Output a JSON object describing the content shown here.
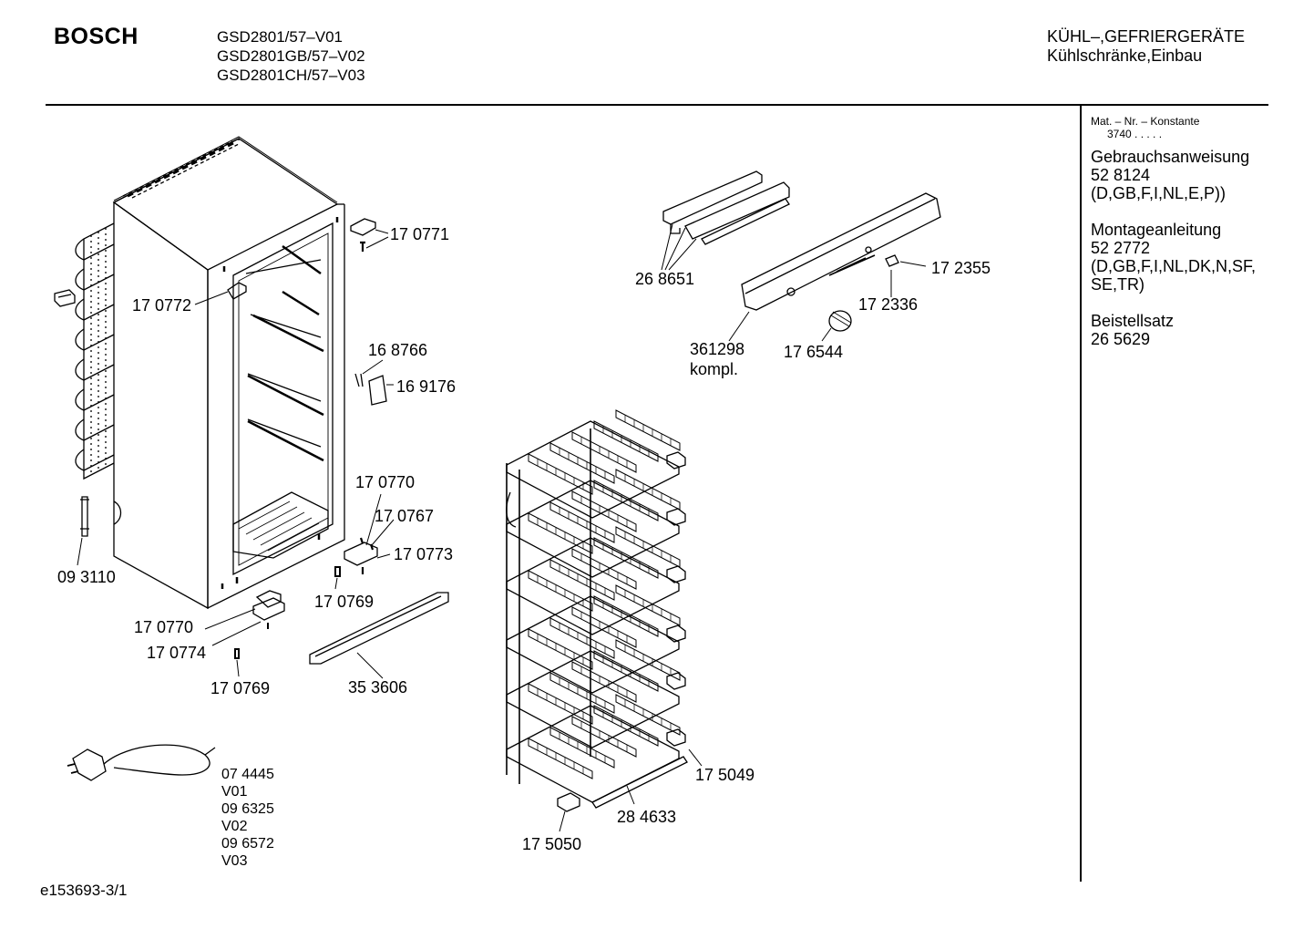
{
  "header": {
    "brand": "BOSCH",
    "models": [
      "GSD2801/57–V01",
      "GSD2801GB/57–V02",
      "GSD2801CH/57–V03"
    ],
    "category_line1": "KÜHL–,GEFRIERGERÄTE",
    "category_line2": "Kühlschränke,Einbau"
  },
  "sidebar": {
    "mat_label": "Mat. – Nr. – Konstante",
    "mat_value": "3740  .  .  .  .  .",
    "docs": [
      {
        "title": "Gebrauchsanweisung",
        "number": "52 8124",
        "langs": "(D,GB,F,I,NL,E,P))"
      },
      {
        "title": "Montageanleitung",
        "number": "52 2772",
        "langs": "(D,GB,F,I,NL,DK,N,SF,",
        "langs2": "SE,TR)"
      },
      {
        "title": "Beistellsatz",
        "number": "26 5629"
      }
    ]
  },
  "parts": [
    {
      "id": "p170771",
      "text": "17 0771"
    },
    {
      "id": "p170772",
      "text": "17 0772"
    },
    {
      "id": "p168766",
      "text": "16 8766"
    },
    {
      "id": "p169176",
      "text": "16 9176"
    },
    {
      "id": "p170770a",
      "text": "17 0770"
    },
    {
      "id": "p170767",
      "text": "17 0767"
    },
    {
      "id": "p170773",
      "text": "17 0773"
    },
    {
      "id": "p170769a",
      "text": "17 0769"
    },
    {
      "id": "p093110",
      "text": "09 3110"
    },
    {
      "id": "p170770b",
      "text": "17 0770"
    },
    {
      "id": "p170774",
      "text": "17 0774"
    },
    {
      "id": "p170769b",
      "text": "17 0769"
    },
    {
      "id": "p353606",
      "text": "35 3606"
    },
    {
      "id": "p268651",
      "text": "26 8651"
    },
    {
      "id": "p172355",
      "text": "17 2355"
    },
    {
      "id": "p172336",
      "text": "17 2336"
    },
    {
      "id": "p361298",
      "text": "361298"
    },
    {
      "id": "p361298b",
      "text": "kompl."
    },
    {
      "id": "p176544",
      "text": "17 6544"
    },
    {
      "id": "p175049",
      "text": "17 5049"
    },
    {
      "id": "p284633",
      "text": "28 4633"
    },
    {
      "id": "p175050",
      "text": "17 5050"
    }
  ],
  "cable_parts": [
    "07 4445",
    "V01",
    "09 6325",
    "V02",
    "09 6572",
    "V03"
  ],
  "footer": {
    "code": "e153693-3/1"
  }
}
